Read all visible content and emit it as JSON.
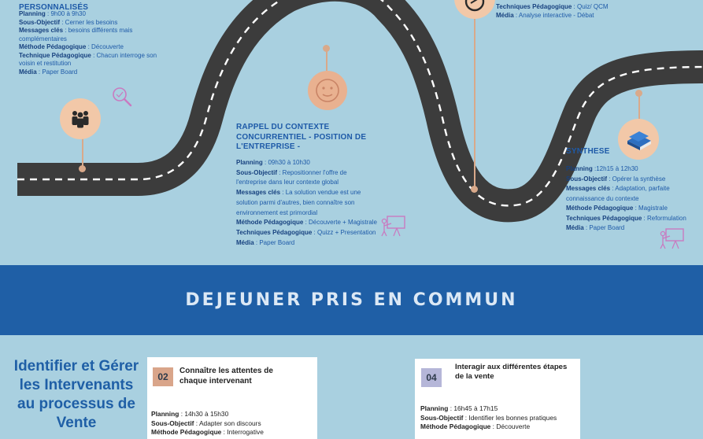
{
  "block1": {
    "heading": "TOUR D'HORIZON - AVIS PERSONNALISÉS",
    "rows": [
      {
        "k": "Planning",
        "v": " : 9h00 à 9h30"
      },
      {
        "k": "Sous-Objectif",
        "v": " : Cerner les besoins"
      },
      {
        "k": "Messages clés",
        "v": " : besoins différents mais complémentaires"
      },
      {
        "k": "Méthode Pédagogique",
        "v": " : Découverte"
      },
      {
        "k": "Technique Pédagogique",
        "v": " : Chacun interroge son voisin et restitution"
      },
      {
        "k": "Média",
        "v": "  : Paper Board"
      }
    ]
  },
  "block2": {
    "heading": "RAPPEL DU CONTEXTE CONCURRENTIEL - POSITION DE L'ENTREPRISE -",
    "rows": [
      {
        "k": "Planning",
        "v": " : 09h30 à 10h30"
      },
      {
        "k": "Sous-Objectif",
        "v": " : Repositionner l'offre de l'entreprise dans leur contexte global"
      },
      {
        "k": "Messages clés",
        "v": " : La solution vendue est une solution parmi d'autres, bien connaître son environnement est primordial"
      },
      {
        "k": "Méthode Pédagogique",
        "v": " : Découverte + Magistrale"
      },
      {
        "k": "Techniques Pédagogique",
        "v": " : Quizz + Presentation"
      },
      {
        "k": "Média",
        "v": "  : Paper Board"
      }
    ]
  },
  "block3": {
    "rows": [
      {
        "k": "Techniques Pédagogique",
        "v": " : Quiz/ QCM"
      },
      {
        "k": "Média",
        "v": "  : Analyse interactive - Débat"
      }
    ]
  },
  "block4": {
    "heading": "SYNTHESE",
    "rows": [
      {
        "k": "Planning",
        "v": " :12h15 à 12h30"
      },
      {
        "k": "Sous-Objectif",
        "v": " : Opérer la synthèse"
      },
      {
        "k": "Messages clés",
        "v": " : Adaptation, parfaite connaissance du contexte"
      },
      {
        "k": "Méthode Pédagogique",
        "v": " : Magistrale"
      },
      {
        "k": "Techniques Pédagogique",
        "v": " : Reformulation"
      },
      {
        "k": "Média",
        "v": "  : Paper Board"
      }
    ]
  },
  "banner": "DEJEUNER PRIS EN COMMUN",
  "bottom_title": "Identifier et Gérer les Intervenants au processus de Vente",
  "card02": {
    "num": "02",
    "title": "Connaître les attentes de chaque intervenant",
    "rows": [
      {
        "k": "Planning",
        "v": " : 14h30 à 15h30"
      },
      {
        "k": "Sous-Objectif",
        "v": " : Adapter son discours"
      },
      {
        "k": "Méthode Pédagogique",
        "v": " : Interrogative"
      }
    ]
  },
  "card04": {
    "num": "04",
    "title": "Interagir aux différentes étapes de la vente",
    "rows": [
      {
        "k": "Planning",
        "v": " : 16h45 à 17h15"
      },
      {
        "k": "Sous-Objectif",
        "v": " : Identifier les bonnes pratiques"
      },
      {
        "k": "Méthode Pédagogique",
        "v": " : Découverte"
      }
    ]
  },
  "colors": {
    "sky": "#a9d0e0",
    "road": "#3c3c3c",
    "accent_blue": "#1e5aa8",
    "banner": "#1f5fa6",
    "num02_bg": "#d9a58a",
    "num04_bg": "#b5b6d8"
  },
  "icons": [
    "group-people-icon",
    "magnifier-icon",
    "face-icon",
    "presentation-icon",
    "chat-icon",
    "books-icon"
  ]
}
